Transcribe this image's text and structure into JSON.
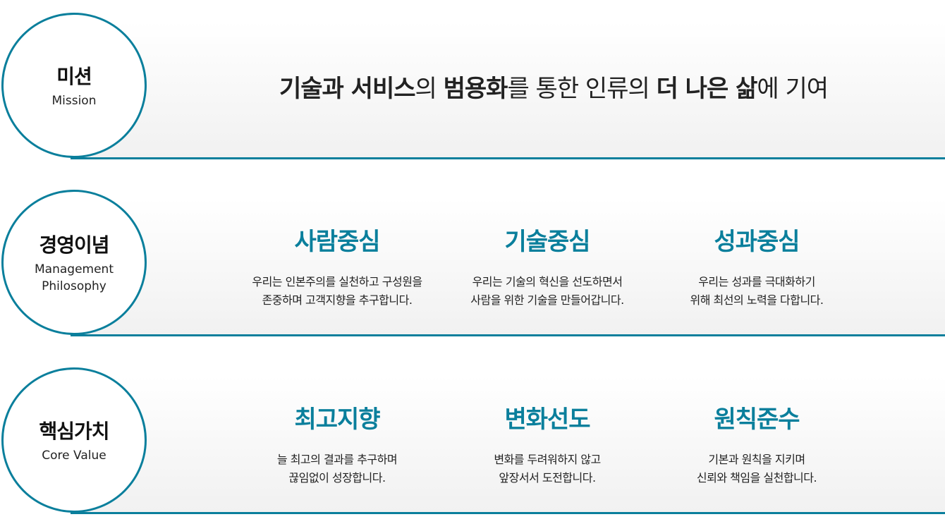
{
  "rows": [
    {
      "title": "미션",
      "subtitle": "Mission",
      "statement": [
        {
          "t": "기술과 서비스",
          "b": true
        },
        {
          "t": "의 ",
          "b": false
        },
        {
          "t": "범용화",
          "b": true
        },
        {
          "t": "를 통한 인류의 ",
          "b": false
        },
        {
          "t": "더 나은 삶",
          "b": true
        },
        {
          "t": "에 기여",
          "b": false
        }
      ]
    },
    {
      "title": "경영이념",
      "subtitle": "Management Philosophy",
      "items": [
        {
          "title": "사람중심",
          "line1": "우리는 인본주의를 실천하고 구성원을",
          "line2": "존중하며 고객지향을 추구합니다."
        },
        {
          "title": "기술중심",
          "line1": "우리는 기술의 혁신을 선도하면서",
          "line2": "사람을 위한 기술을 만들어갑니다."
        },
        {
          "title": "성과중심",
          "line1": "우리는 성과를 극대화하기",
          "line2": "위해 최선의 노력을 다합니다."
        }
      ]
    },
    {
      "title": "핵심가치",
      "subtitle": "Core Value",
      "items": [
        {
          "title": "최고지향",
          "line1": "늘 최고의 결과를 추구하며",
          "line2": "끊임없이 성장합니다."
        },
        {
          "title": "변화선도",
          "line1": "변화를 두려워하지 않고",
          "line2": "앞장서서 도전합니다."
        },
        {
          "title": "원칙준수",
          "line1": "기본과 원칙을 지키며",
          "line2": "신뢰와 책임을 실천합니다."
        }
      ]
    }
  ],
  "colors": {
    "accent": "#0a7f9c"
  }
}
